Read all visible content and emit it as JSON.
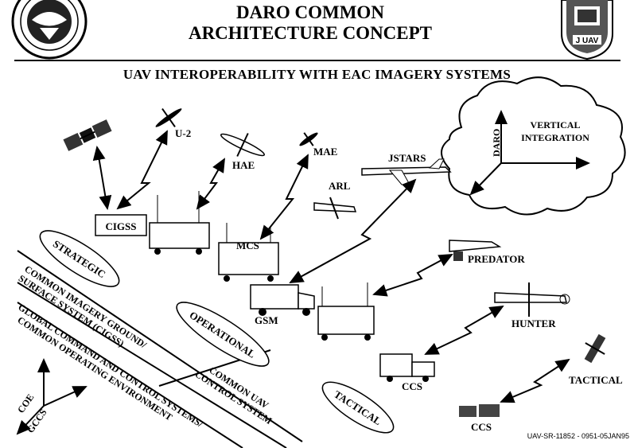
{
  "header": {
    "title_line1": "DARO COMMON",
    "title_line2": "ARCHITECTURE CONCEPT",
    "subtitle": "UAV INTEROPERABILITY WITH EAC IMAGERY SYSTEMS",
    "right_seal_text": "J UAV"
  },
  "assets": {
    "u2": "U-2",
    "hae": "HAE",
    "mae": "MAE",
    "jstars": "JSTARS",
    "arl": "ARL",
    "cigss": "CIGSS",
    "mcs": "MCS",
    "gsm": "GSM",
    "predator": "PREDATOR",
    "hunter": "HUNTER",
    "tactical_uav": "TACTICAL",
    "ccs_1": "CCS",
    "ccs_2": "CCS"
  },
  "cloud": {
    "vertical_line1": "VERTICAL",
    "vertical_line2": "INTEGRATION",
    "axis_label": "DARO"
  },
  "levels": {
    "strategic": "STRATEGIC",
    "operational": "OPERATIONAL",
    "tactical": "TACTICAL"
  },
  "bands": {
    "cigss_line1": "COMMON IMAGERY GROUND/",
    "cigss_line2": "SURFACE SYSTEM (CIGSS)",
    "gccs_line1": "GLOBAL COMMAND AND CONTROL SYSTEMS/",
    "gccs_line2": "COMMON OPERATING ENVIRONMENT",
    "ucs_line1": "COMMON UAV",
    "ucs_line2": "CONTROL SYSTEM"
  },
  "axes": {
    "coe": "COE",
    "gccs": "GCCS"
  },
  "footer": "UAV-SR-11852 - 0951-05JAN95"
}
